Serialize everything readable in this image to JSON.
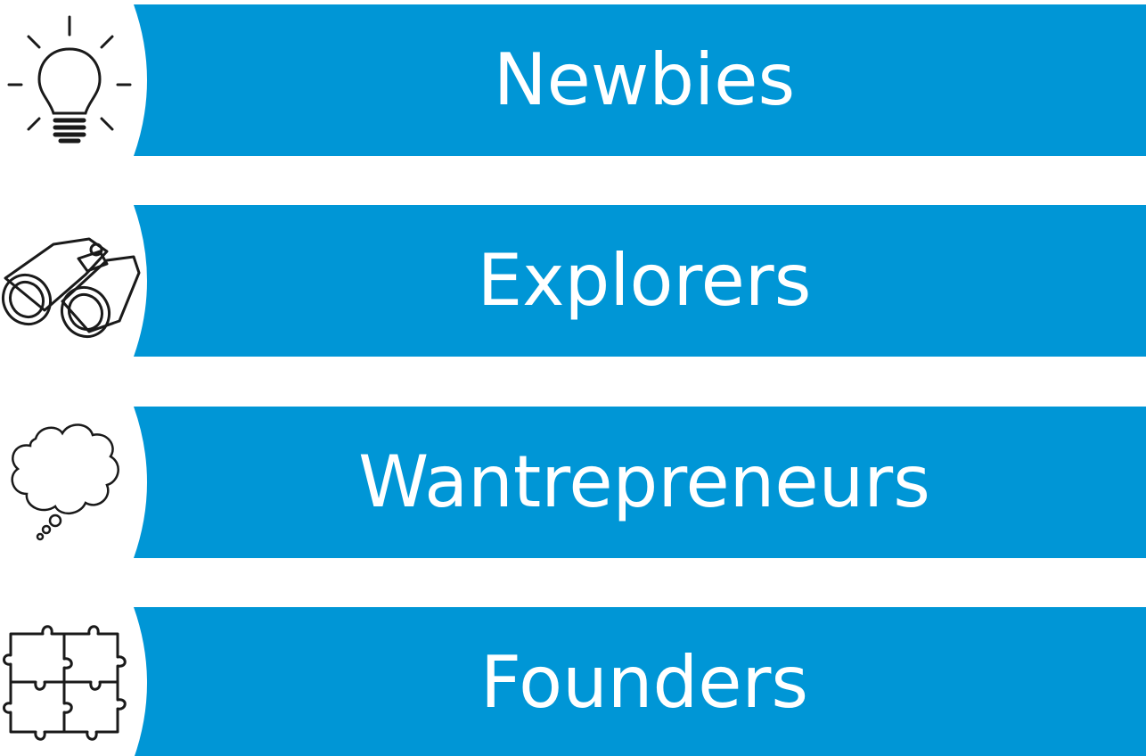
{
  "colors": {
    "band": "#0096D6",
    "icon": "#1a1a1a",
    "background": "#ffffff"
  },
  "rows": [
    {
      "label": "Newbies",
      "icon": "lightbulb-icon"
    },
    {
      "label": "Explorers",
      "icon": "binoculars-icon"
    },
    {
      "label": "Wantrepreneurs",
      "icon": "thought-bubble-icon"
    },
    {
      "label": "Founders",
      "icon": "puzzle-pieces-icon"
    }
  ]
}
